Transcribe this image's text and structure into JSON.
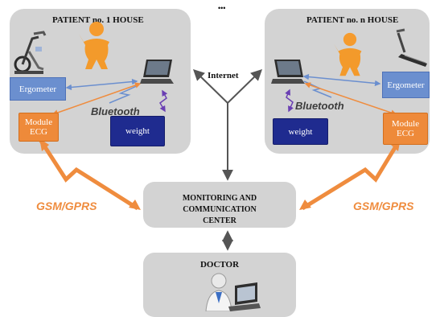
{
  "left_house": {
    "title": "PATIENT no. 1 HOUSE",
    "ergometer_label": "Ergometer",
    "bluetooth_label": "Bluetooth",
    "ecg_label_line1": "Module",
    "ecg_label_line2": "ECG",
    "weight_label": "weight"
  },
  "right_house": {
    "title": "PATIENT no. n HOUSE",
    "ergometer_label": "Ergometer",
    "bluetooth_label": "Bluetooth",
    "ecg_label_line1": "Module",
    "ecg_label_line2": "ECG",
    "weight_label": "weight"
  },
  "ellipsis": "•••",
  "internet_label": "Internet",
  "gsm_left": "GSM/GPRS",
  "gsm_right": "GSM/GPRS",
  "center": {
    "line1": "MONITORING AND COMMUNICATION",
    "line2": "CENTER"
  },
  "doctor_label": "DOCTOR",
  "colors": {
    "panel_gray": "#d3d3d3",
    "ergometer_blue": "#6b8fcf",
    "ecg_orange": "#ee8a3a",
    "weight_navy": "#1f2b8f",
    "gsm_orange": "#ef8c3e",
    "arrow_gray": "#555555"
  },
  "icons": [
    "exercise-bike-icon",
    "person-figure-icon",
    "laptop-icon",
    "treadmill-icon",
    "doctor-at-laptop-icon"
  ]
}
